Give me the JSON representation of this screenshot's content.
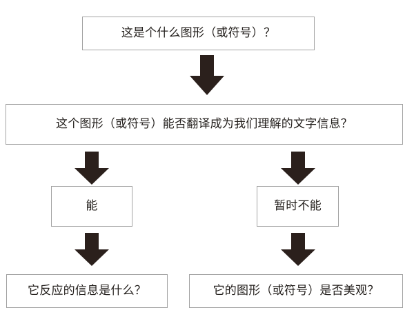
{
  "diagram": {
    "title": "",
    "colors": {
      "background": "#ffffff",
      "node_border": "#a2a2a2",
      "node_fill": "#ffffff",
      "text": "#231f1c",
      "arrow": "#2b201c"
    },
    "nodes": [
      {
        "id": "q1",
        "label": "这是个什么图形（或符号）？"
      },
      {
        "id": "q2",
        "label": "这个图形（或符号）能否翻译成为我们理解的文字信息？"
      },
      {
        "id": "yes",
        "label": "能"
      },
      {
        "id": "no",
        "label": "暂时不能"
      },
      {
        "id": "yes_out",
        "label": "它反应的信息是什么？"
      },
      {
        "id": "no_out",
        "label": "它的图形（或符号）是否美观？"
      }
    ],
    "arrows": [
      {
        "id": "q1-q2",
        "direction": "down",
        "icon": "arrow-down-icon"
      },
      {
        "id": "q2-yes",
        "direction": "down",
        "icon": "arrow-down-icon"
      },
      {
        "id": "q2-no",
        "direction": "down",
        "icon": "arrow-down-icon"
      },
      {
        "id": "yes-out",
        "direction": "down",
        "icon": "arrow-down-icon"
      },
      {
        "id": "no-out",
        "direction": "down",
        "icon": "arrow-down-icon"
      }
    ]
  }
}
